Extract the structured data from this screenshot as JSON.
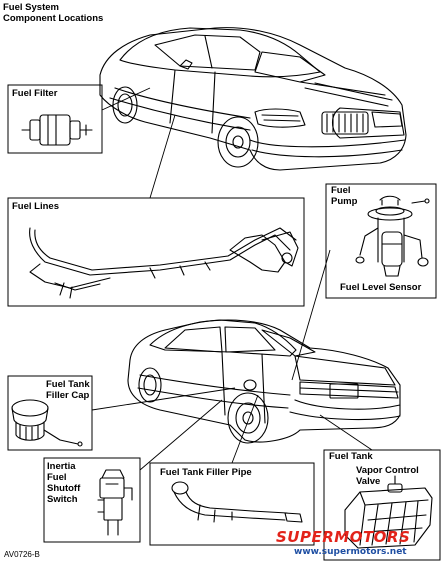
{
  "title": {
    "line1": "Fuel System",
    "line2": "Component Locations"
  },
  "labels": {
    "fuel_filter": "Fuel Filter",
    "fuel_lines": "Fuel Lines",
    "fuel_pump_line1": "Fuel",
    "fuel_pump_line2": "Pump",
    "fuel_level_sensor": "Fuel Level Sensor",
    "filler_cap_line1": "Fuel Tank",
    "filler_cap_line2": "Filler Cap",
    "inertia_line1": "Inertia",
    "inertia_line2": "Fuel",
    "inertia_line3": "Shutoff",
    "inertia_line4": "Switch",
    "filler_pipe": "Fuel Tank Filler Pipe",
    "fuel_tank": "Fuel Tank",
    "vapor_line1": "Vapor Control",
    "vapor_line2": "Valve"
  },
  "reference_code": "AV0726-B",
  "watermark": {
    "brand": "SUPERMOTORS",
    "url": "www.supermotors.net"
  },
  "colors": {
    "ink": "#000000",
    "watermark_red": "#e2231a",
    "watermark_blue": "#1f4fa3"
  }
}
